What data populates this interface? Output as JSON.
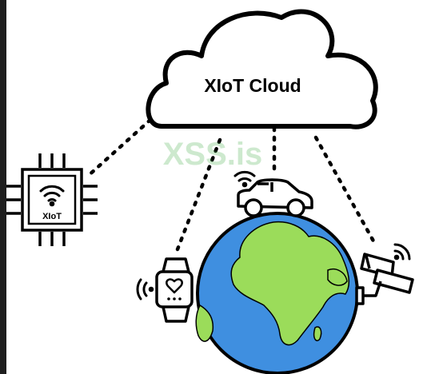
{
  "cloud": {
    "label": "XIoT Cloud"
  },
  "chip": {
    "label": "XIoT"
  },
  "watermark": {
    "text": "XSS.is",
    "color": "#4caf50"
  },
  "colors": {
    "ocean": "#3f8fe0",
    "land": "#9bdc5a",
    "ink": "#000000",
    "frame": "#1e1e1e"
  },
  "icons": [
    "cloud-icon",
    "chip-icon",
    "wifi-icon",
    "car-icon",
    "smartwatch-icon",
    "heart-icon",
    "security-camera-icon",
    "globe-icon"
  ]
}
